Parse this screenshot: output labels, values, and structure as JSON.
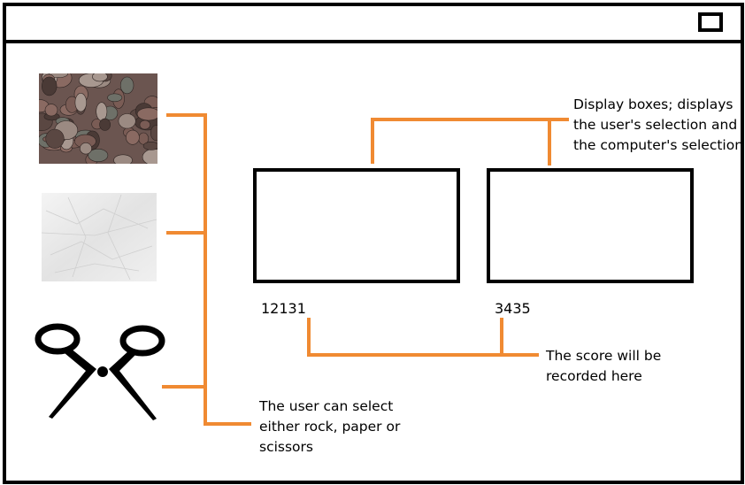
{
  "window": {
    "maximize_icon": "maximize-icon"
  },
  "choices": [
    {
      "name": "rock",
      "icon": "rock-image"
    },
    {
      "name": "paper",
      "icon": "paper-image"
    },
    {
      "name": "scissors",
      "icon": "scissors-icon"
    }
  ],
  "scores": {
    "user": "12131",
    "computer": "3435"
  },
  "annotations": {
    "display_line1": "Display boxes; displays",
    "display_line2": "the user's selection and",
    "display_line3": "the computer's selection",
    "score_line1": "The score will be",
    "score_line2": "recorded here",
    "select_line1": "The user can select",
    "select_line2": "either rock, paper or",
    "select_line3": "scissors"
  },
  "colors": {
    "connector": "#F08A32",
    "outline": "#000000"
  }
}
